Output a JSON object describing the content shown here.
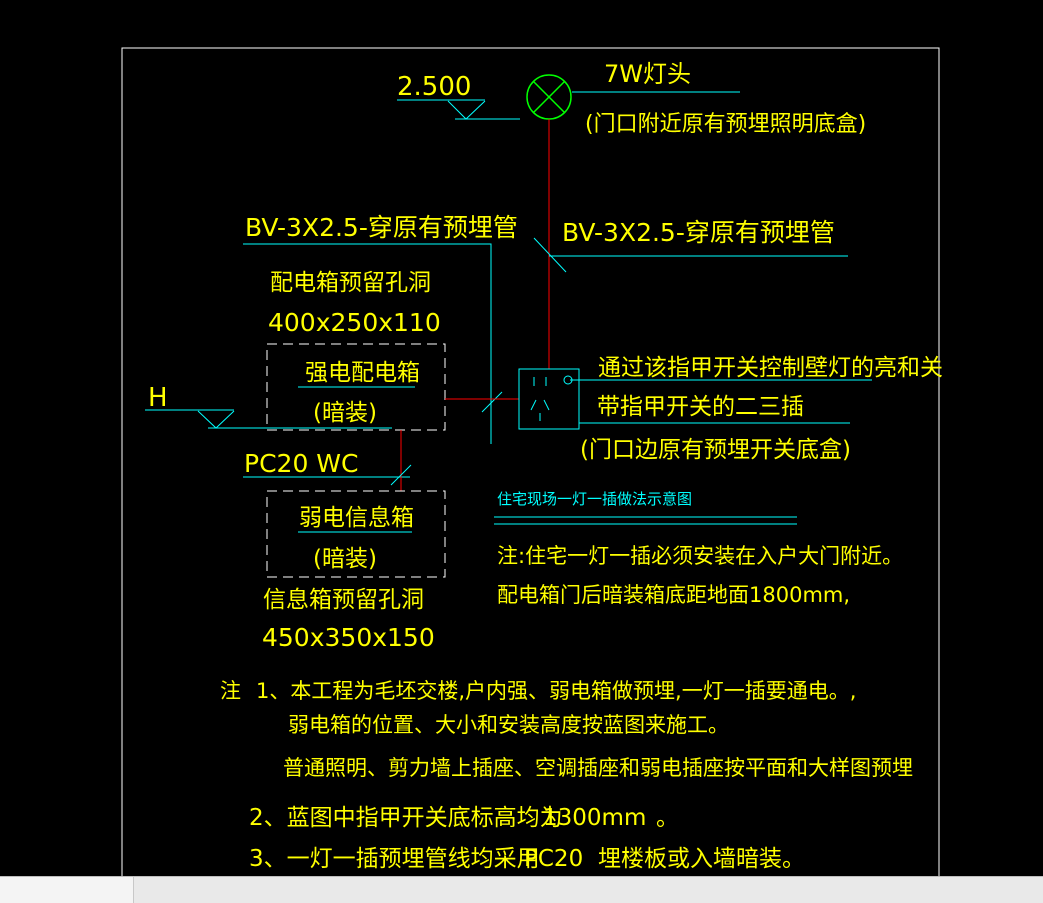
{
  "colors": {
    "background": "#000000",
    "frame": "#ffffff",
    "text": "#ffff00",
    "leader": "#00ffff",
    "wire": "#ff0000",
    "lamp": "#00ff00"
  },
  "elevation_mark": "2.500",
  "lamp": {
    "label": "7W灯头",
    "note": "(门口附近原有预埋照明底盒)"
  },
  "wire_left": "BV-3X2.5-穿原有预埋管",
  "wire_right": "BV-3X2.5-穿原有预埋管",
  "strong_box": {
    "hole_label": "配电箱预留孔洞",
    "hole_size": "400x250x110",
    "name": "强电配电箱",
    "mount": "(暗装)"
  },
  "floor_mark": "H",
  "conduit": "PC20 WC",
  "weak_box": {
    "name": "弱电信息箱",
    "mount": "(暗装)",
    "hole_label": "信息箱预留孔洞",
    "hole_size": "450x350x150"
  },
  "socket": {
    "desc1": "通过该指甲开关控制壁灯的亮和关",
    "desc2": "带指甲开关的二三插",
    "desc3": "(门口边原有预埋开关底盒)"
  },
  "diagram_title": "住宅现场一灯一插做法示意图",
  "note_small_1": "注:住宅一灯一插必须安装在入户大门附近。",
  "note_small_2": "配电箱门后暗装箱底距地面1800mm,",
  "notes": {
    "n1_prefix": "注",
    "n1a": "1、本工程为毛坯交楼,户内强、弱电箱做预埋,一灯一插要通电。,",
    "n1b": "弱电箱的位置、大小和安装高度按蓝图来施工。",
    "n1c": "普通照明、剪力墙上插座、空调插座和弱电插座按平面和大样图预埋",
    "n2a": "2、蓝图中指甲开关底标高均为",
    "n2b": "1300mm",
    "n2c": "。",
    "n3a": "3、一灯一插预埋管线均采用",
    "n3b": "PC20",
    "n3c": "埋楼板或入墙暗装。"
  }
}
